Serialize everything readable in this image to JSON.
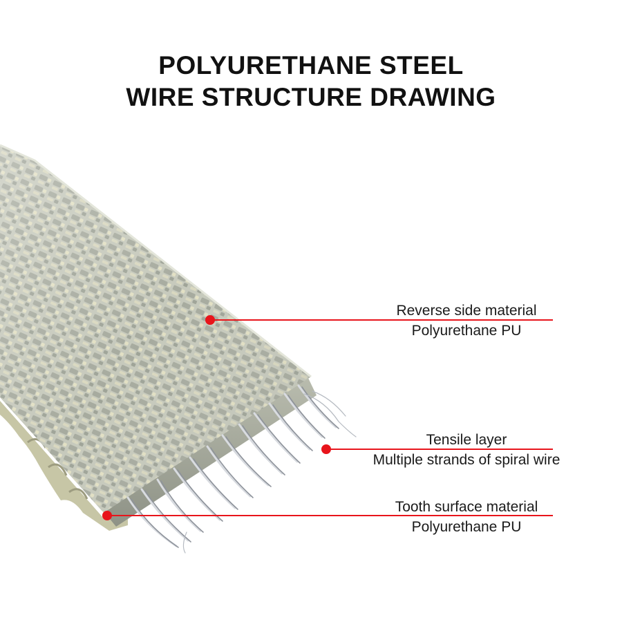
{
  "title": {
    "line1": "POLYURETHANE STEEL",
    "line2": "WIRE STRUCTURE DRAWING"
  },
  "callouts": [
    {
      "line1": "Reverse side material",
      "line2": "Polyurethane PU"
    },
    {
      "line1": "Tensile layer",
      "line2": "Multiple strands of spiral wire"
    },
    {
      "line1": "Tooth surface material",
      "line2": "Polyurethane PU"
    }
  ],
  "colors": {
    "pointer": "#e8141b",
    "belt": "#c9ccbf",
    "wire": "#b8bcc2",
    "text": "#1a1a1a"
  }
}
